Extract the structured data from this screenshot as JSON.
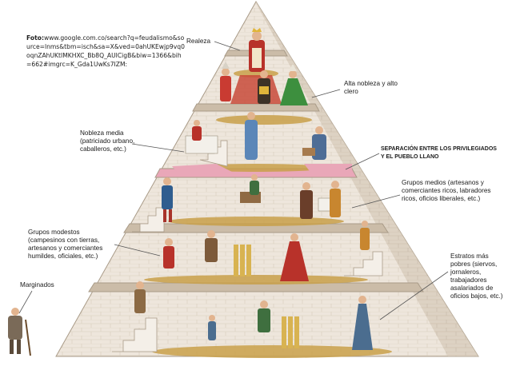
{
  "credit": {
    "prefix": "Foto:",
    "url": "www.google.com.co/search?q=feudalismo&source=lnms&tbm=isch&sa=X&ved=0ahUKEwjp9vq0oqnZAhUKtIMKHXC_Bb8Q_AUICigB&biw=1366&bih=662#imgrc=K_Gda1UwKs7IZM:"
  },
  "labels": {
    "realeza": "Realeza",
    "alta_nobleza": "Alta nobleza y alto clero",
    "nobleza_media": "Nobleza media (patriciado urbano, caballeros, etc.)",
    "separacion": "Separación entre los privilegiados y el pueblo llano",
    "grupos_medios": "Grupos medios (artesanos y comerciantes ricos, labradores ricos, oficios liberales, etc.)",
    "grupos_modestos": "Grupos modestos (campesinos con tierras, artesanos y comerciantes humildes, oficiales, etc.)",
    "estratos_pobres": "Estratos más pobres (siervos, jornaleros, trabajadores asalariados de oficios bajos, etc.)",
    "marginados": "Marginados"
  },
  "colors": {
    "stone_light": "#eee6dc",
    "stone_shade": "#d6cabb",
    "stone_edge": "#b9ab99",
    "separator_band": "#e9a7b8",
    "floor": "#c9a04a"
  }
}
